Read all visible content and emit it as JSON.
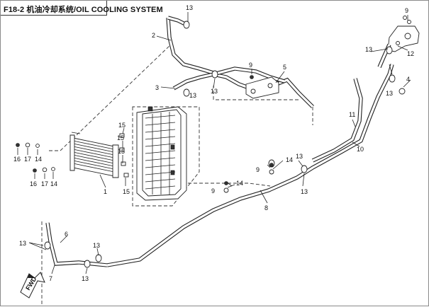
{
  "header": {
    "title": "F18-2 机油冷却系统/OIL COOLING SYSTEM"
  },
  "callouts": {
    "c1": "1",
    "c2": "2",
    "c3": "3",
    "c4": "4",
    "c5": "5",
    "c6": "6",
    "c7": "7",
    "c8": "8",
    "c9a": "9",
    "c9b": "9",
    "c9c": "9",
    "c9d": "9",
    "c10": "10",
    "c11": "11",
    "c12": "12",
    "c13a": "13",
    "c13b": "13",
    "c13c": "13",
    "c13d": "13",
    "c13e": "13",
    "c13f": "13",
    "c13g": "13",
    "c13h": "13",
    "c13i": "13",
    "c13j": "13",
    "c14a": "14",
    "c14b": "14",
    "c14c": "14",
    "c14d": "14",
    "c15a": "15",
    "c15b": "15",
    "c15c": "15",
    "c15d": "15",
    "c16a": "16",
    "c16b": "16",
    "c17a": "17",
    "c17b": "17"
  },
  "fwd_label": "FWD"
}
